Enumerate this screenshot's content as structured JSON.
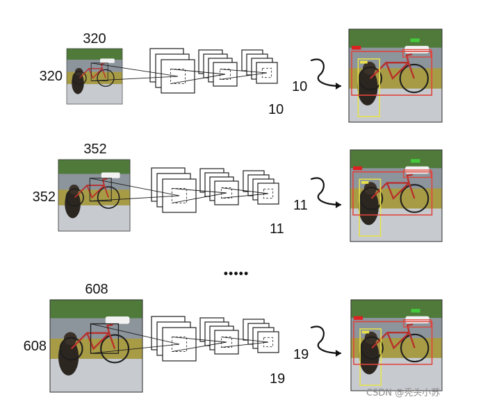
{
  "rows": [
    {
      "input_width": "320",
      "input_height": "320",
      "grid_width": "10",
      "grid_height": "10"
    },
    {
      "input_width": "352",
      "input_height": "352",
      "grid_width": "11",
      "grid_height": "11"
    },
    {
      "input_width": "608",
      "input_height": "608",
      "grid_width": "19",
      "grid_height": "19"
    }
  ],
  "ellipsis": "•••••",
  "watermark": "CSDN @秃头小苏",
  "colors": {
    "bike_frame": "#b8302c",
    "dog_box": "#e8e24a",
    "bike_box": "#e0443c",
    "label_red": "#e02020",
    "label_green": "#44c83c"
  }
}
